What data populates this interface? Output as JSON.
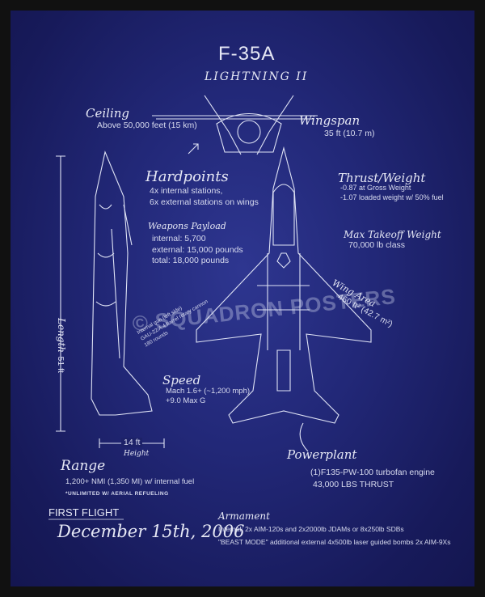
{
  "title": "F-35A",
  "subtitle": "LIGHTNING II",
  "ceiling": {
    "label": "Ceiling",
    "value": "Above 50,000 feet (15 km)"
  },
  "wingspan": {
    "label": "Wingspan",
    "value": "35 ft  (10.7 m)"
  },
  "hardpoints": {
    "label": "Hardpoints",
    "lines": [
      "4x internal stations,",
      "6x  external stations on wings"
    ]
  },
  "thrust_weight": {
    "label": "Thrust/Weight",
    "lines": [
      "-0.87 at Gross Weight",
      "-1.07 loaded weight w/ 50% fuel"
    ]
  },
  "weapons_payload": {
    "label": "Weapons Payload",
    "lines": [
      "internal: 5,700",
      "external: 15,000 pounds",
      "total: 18,000 pounds"
    ]
  },
  "max_takeoff": {
    "label": "Max Takeoff Weight",
    "value": "70,000 lb class"
  },
  "wing_area": {
    "label": "Wing Area",
    "value": "460 ft² (42.7 m²)"
  },
  "length": {
    "label": "Length",
    "value": "51 ft"
  },
  "gun": {
    "lines": [
      "Internal gun (left side)",
      "GAU-22/A 4 barrel rotary cannon",
      "180 rounds"
    ]
  },
  "speed": {
    "label": "Speed",
    "lines": [
      "Mach 1.6+ (~1,200 mph)",
      "+9.0 Max G"
    ]
  },
  "height": {
    "value": "14 ft",
    "label": "Height"
  },
  "range": {
    "label": "Range",
    "lines": [
      "1,200+ NMI (1,350 MI) w/ internal fuel",
      "*UNLIMITED W/ AERIAL REFUELING"
    ]
  },
  "powerplant": {
    "label": "Powerplant",
    "lines": [
      "(1)F135-PW-100 turbofan engine",
      "43,000 LBS THRUST"
    ]
  },
  "first_flight": {
    "label": "FIRST FLIGHT",
    "date": "December 15th, 2006"
  },
  "armament": {
    "label": "Armament",
    "lines": [
      "Internal: 2x AIM-120s and 2x2000lb JDAMs or 8x250lb SDBs",
      "\"BEAST MODE\" additional external 4x500lb laser guided bombs 2x AIM-9Xs"
    ]
  },
  "watermark": "© SQUADRON POSTERS",
  "colors": {
    "background": "#1e2468",
    "lines": "#e6e8f5",
    "frame": "#111111"
  }
}
